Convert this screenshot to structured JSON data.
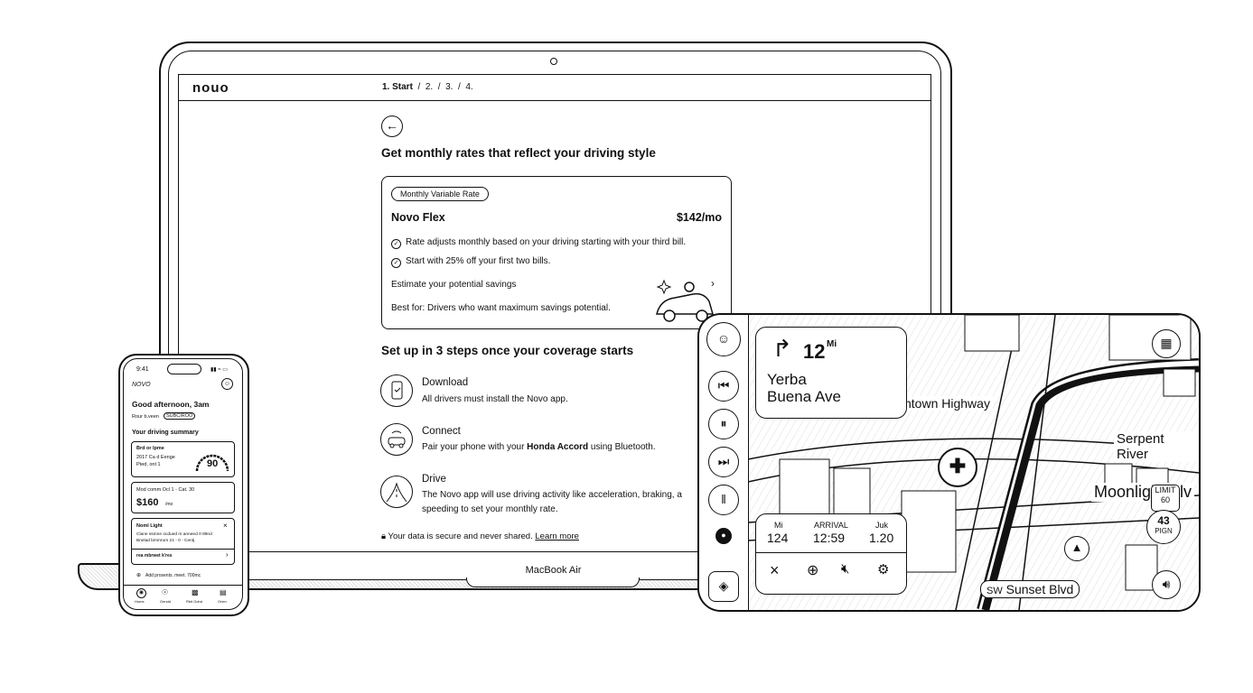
{
  "laptop": {
    "logo": "nouo",
    "steps": {
      "s1": "1. Start",
      "s2": "2.",
      "s3": "3.",
      "s4": "4."
    },
    "brand_label": "MacBook Air",
    "heading": "Get monthly rates that reflect your driving style",
    "card": {
      "pill": "Monthly Variable Rate",
      "plan_name": "Novo Flex",
      "price": "$142/mo",
      "bullet1": "Rate adjusts monthly based on your driving starting with your third bill.",
      "bullet2": "Start with 25% off your first two bills.",
      "estimate": "Estimate your potential savings",
      "best_for": "Best for: Drivers who want maximum savings potential."
    },
    "setup_heading": "Set up in 3 steps once your coverage starts",
    "setup_steps": [
      {
        "title": "Download",
        "desc": "All drivers must install the Novo app."
      },
      {
        "title": "Connect",
        "desc_pre": "Pair your phone with your ",
        "desc_bold": "Honda Accord",
        "desc_post": " using Bluetooth."
      },
      {
        "title": "Drive",
        "desc1": "The Novo app will use driving activity like acceleration, braking, a",
        "desc2": "speeding to set your monthly rate."
      }
    ],
    "secure_text": "Your data is secure and never shared.",
    "learn_more": "Learn more"
  },
  "phone": {
    "time": "9:41",
    "logo": "NOVO",
    "greeting": "Good afternoon, 3am",
    "sub": "Rour b.veen",
    "sub_badge": "SUBCIROO",
    "summary_title": "Your driving summary",
    "score_label1": "Brd or lpme",
    "score_label2": "2017 Ca d Eenge",
    "score_label3": "Pted, ont 1",
    "score": "90",
    "policy1": "Mod comm Ocl 1 - Cat. 30",
    "policy_price": "$160",
    "policy_unit": "/mo",
    "notice_title": "Noml Light",
    "notice_text1": "Clane ssmne ocdued m anneed 0 89nd",
    "notice_text2": "Bnelad bmmrum 21 - 0 - Centj",
    "notice_link": "rea mbrwet k'res",
    "add_text": "Add prosents. meet. 700mc",
    "tabs": [
      "Home",
      "Gendd",
      "Rbit Gdnd",
      "Orien"
    ]
  },
  "car": {
    "distance": "12",
    "distance_unit": "Mi",
    "street1": "Yerba",
    "street2": "Buena Ave",
    "eta_mi_label": "Mi",
    "eta_mi": "124",
    "arrival_label": "ARRIVAL",
    "arrival": "12:59",
    "juk_label": "Juk",
    "juk_value": "1.20",
    "road1": "ntown Highway",
    "road2": "Serpent River",
    "road3": "Moonlight Blv",
    "road4_prefix": "SW",
    "road4": "Sunset Blvd",
    "limit_label": "LIMIT",
    "limit_value": "60",
    "sign_value": "43",
    "sign_label": "PIGN"
  }
}
